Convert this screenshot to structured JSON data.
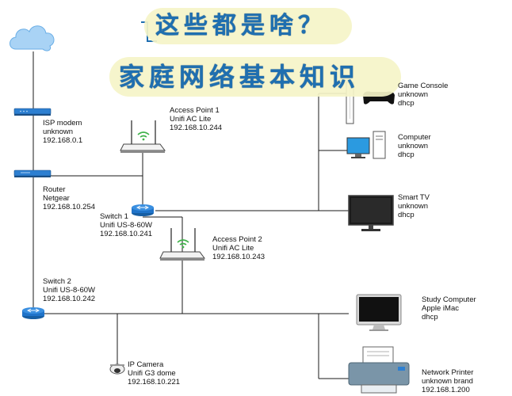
{
  "banner": {
    "line1": "这些都是啥？",
    "line2": "家庭网络基本知识"
  },
  "devices": {
    "isp_modem": {
      "name": "ISP modem",
      "model": "unknown",
      "ip": "192.168.0.1"
    },
    "router": {
      "name": "Router",
      "model": "Netgear",
      "ip": "192.168.10.254"
    },
    "ap1": {
      "name": "Access Point 1",
      "model": "Unifi AC Lite",
      "ip": "192.168.10.244"
    },
    "switch1": {
      "name": "Switch 1",
      "model": "Unifi US-8-60W",
      "ip": "192.168.10.241"
    },
    "ap2": {
      "name": "Access Point 2",
      "model": "Unifi AC Lite",
      "ip": "192.168.10.243"
    },
    "switch2": {
      "name": "Switch 2",
      "model": "Unifi US-8-60W",
      "ip": "192.168.10.242"
    },
    "ip_camera": {
      "name": "IP Camera",
      "model": "Unifi G3 dome",
      "ip": "192.168.10.221"
    },
    "game_console": {
      "name": "Game Console",
      "model": "unknown",
      "ip": "dhcp"
    },
    "computer": {
      "name": "Computer",
      "model": "unknown",
      "ip": "dhcp"
    },
    "smart_tv": {
      "name": "Smart TV",
      "model": "unknown",
      "ip": "dhcp"
    },
    "study_computer": {
      "name": "Study Computer",
      "model": "Apple iMac",
      "ip": "dhcp"
    },
    "network_printer": {
      "name": "Network Printer",
      "model": "unknown brand",
      "ip": "192.168.1.200"
    }
  },
  "colors": {
    "link": "#1a1a1a",
    "switch_blue": "#1f73c9",
    "modem_blue": "#2d7fd1",
    "banner_text": "#1f6fb0",
    "banner_bg": "#f5f4c8",
    "cloud_blue": "#a9d3f5"
  }
}
